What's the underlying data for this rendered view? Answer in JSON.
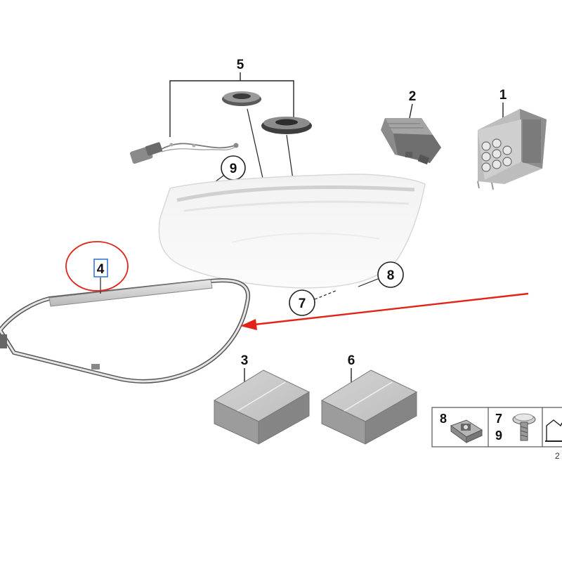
{
  "callouts": {
    "c1": "1",
    "c2": "2",
    "c3": "3",
    "c4": "4",
    "c5": "5",
    "c6": "6",
    "c7": "7",
    "c8": "8",
    "c9": "9"
  },
  "legend": {
    "clip_label": "8",
    "screw_label_top": "7",
    "screw_label_bottom": "9",
    "diagram_id": "2"
  },
  "colors": {
    "highlight": "#e2231a",
    "line": "#222222",
    "part_light": "#e6e6e6",
    "part_mid": "#bdbdbd",
    "part_dark": "#4a4a4a"
  }
}
